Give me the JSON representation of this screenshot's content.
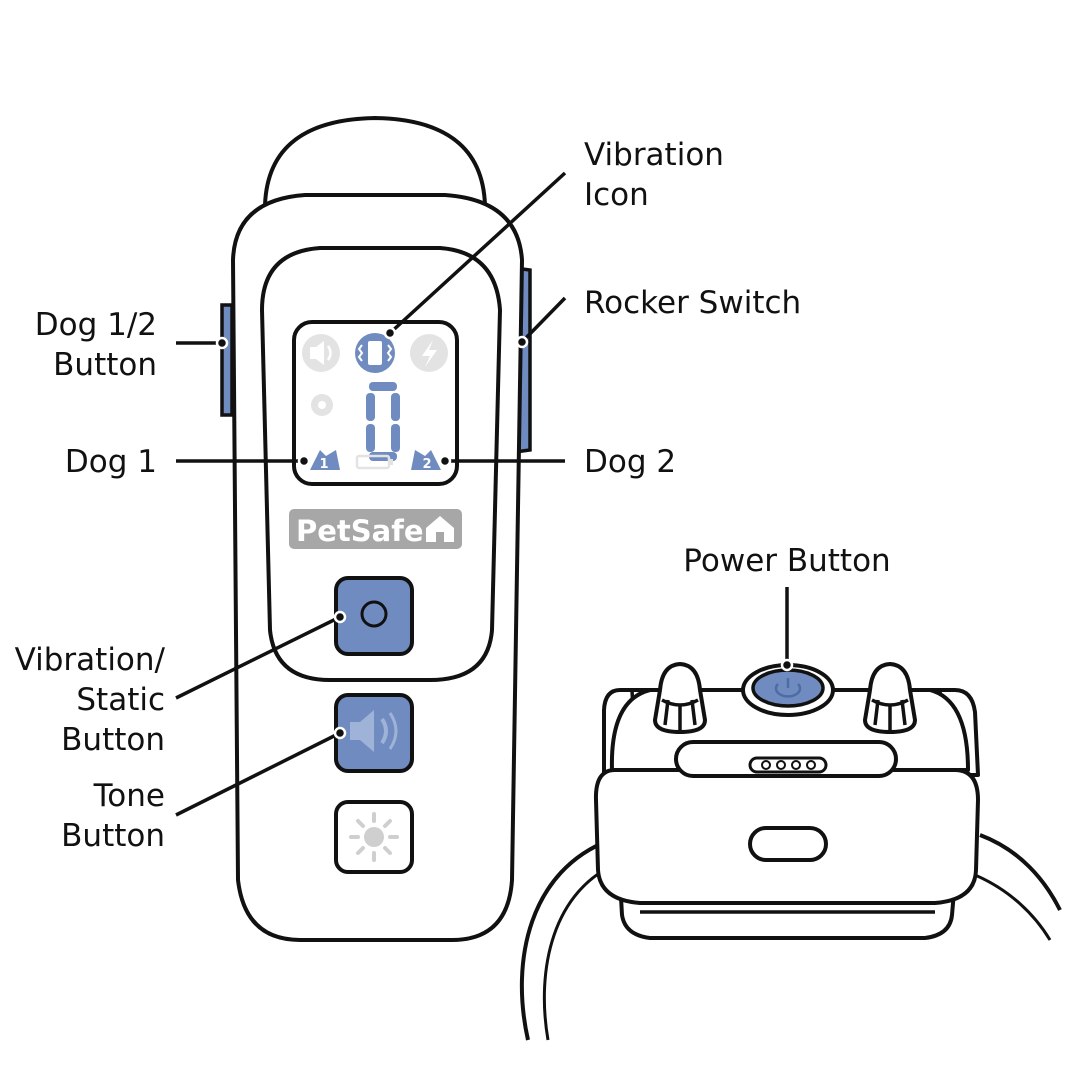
{
  "callouts": {
    "vibration_icon": [
      "Vibration",
      "Icon"
    ],
    "rocker_switch": "Rocker Switch",
    "dog_half_button": [
      "Dog 1/2",
      "Button"
    ],
    "dog_1": "Dog 1",
    "dog_2": "Dog 2",
    "power_button": "Power Button",
    "vibration_static_button": [
      "Vibration/",
      "Static",
      "Button"
    ],
    "tone_button": [
      "Tone",
      "Button"
    ]
  },
  "device": {
    "brand_logo": "PetSafe",
    "dog_1_badge": "1",
    "dog_2_badge": "2"
  },
  "colors": {
    "accent_blue": "#6f8bbf",
    "dim_icon": "#e3e3e3",
    "logo_gray": "#a7a7a7",
    "outline": "#111111"
  },
  "icons": [
    "tone-icon",
    "vibration-icon",
    "static-bolt-icon",
    "light-icon",
    "battery-icon",
    "dog-1-icon",
    "dog-2-icon",
    "power-icon",
    "speaker-icon",
    "sun-icon",
    "house-logo-icon"
  ]
}
